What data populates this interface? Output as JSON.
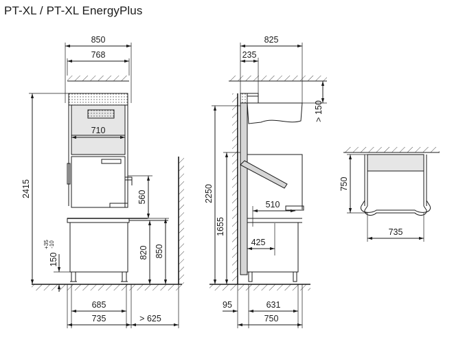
{
  "title": "PT-XL / PT-XL EnergyPlus",
  "front_view": {
    "dims": {
      "total_width": "850",
      "inner_width": "768",
      "hood_inner": "710",
      "height_total": "2415",
      "height_open": "560",
      "height_table": "820",
      "height_top": "850",
      "foot_adjust": "150",
      "foot_tol_plus": "+35",
      "foot_tol_minus": "-10",
      "base_inner": "685",
      "base_outer": "735",
      "wall_clear": "> 625"
    }
  },
  "side_view": {
    "dims": {
      "depth_top": "825",
      "hood_offset": "235",
      "hood_clear": "> 150",
      "height_total": "2250",
      "height_door": "1655",
      "rack": "510",
      "basket": "425",
      "wall_gap": "95",
      "base_inner": "631",
      "base_outer": "750"
    }
  },
  "detail_view": {
    "dims": {
      "height": "750",
      "width": "735"
    }
  }
}
